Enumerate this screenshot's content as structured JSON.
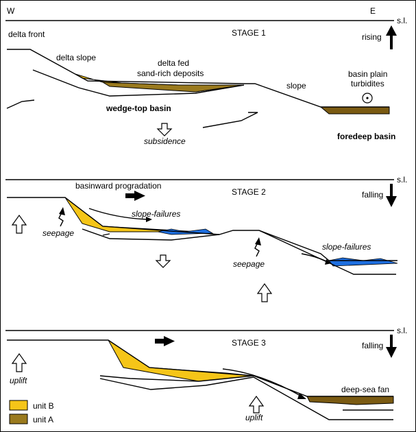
{
  "labels": {
    "west": "W",
    "east": "E",
    "sea_level": "s.l.",
    "stage1": "STAGE 1",
    "stage2": "STAGE 2",
    "stage3": "STAGE 3",
    "delta_front": "delta front",
    "delta_slope": "delta slope",
    "delta_fed_1": "delta fed",
    "delta_fed_2": "sand-rich deposits",
    "slope": "slope",
    "basin_plain_1": "basin plain",
    "basin_plain_2": "turbidites",
    "wedge_top": "wedge-top basin",
    "subsidence": "subsidence",
    "foredeep": "foredeep basin",
    "rising": "rising",
    "falling": "falling",
    "basinward": "basinward progradation",
    "slope_failures": "slope-failures",
    "seepage": "seepage",
    "uplift": "uplift",
    "deep_sea_fan": "deep-sea fan"
  },
  "legend": [
    {
      "label": "unit B",
      "color": "#F5C518"
    },
    {
      "label": "unit A",
      "color": "#9A7A1E"
    }
  ],
  "colors": {
    "unit_b": "#F5C518",
    "unit_a": "#9A7A1E",
    "slope_failure_deposit": "#1E6FE0"
  }
}
